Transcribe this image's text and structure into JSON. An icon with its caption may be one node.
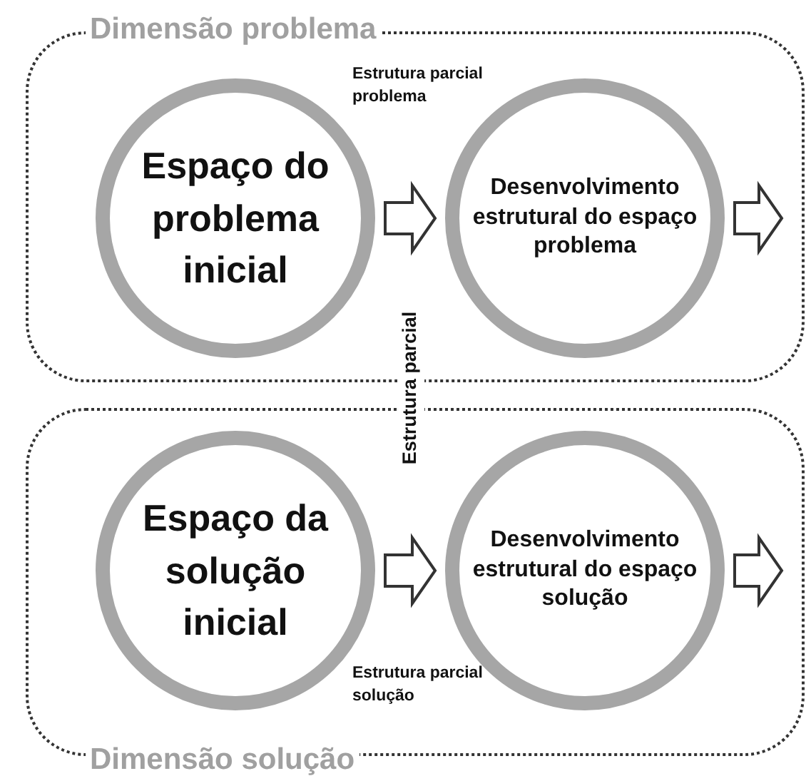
{
  "diagram": {
    "nodes": [
      {
        "text": [
          "Dimensão problema"
        ]
      },
      {
        "text": [
          "Espaço do problema inicial"
        ],
        "in": 0
      },
      {
        "text": [
          "Desenvolvimento estrutural do espaço problema"
        ],
        "in": 0
      },
      {
        "text": [
          "Dimensão solução"
        ]
      },
      {
        "text": [
          "Espaço da solução inicial"
        ],
        "in": 3
      },
      {
        "text": [
          "Desenvolvimento estrutural do espaço solução"
        ],
        "in": 3
      }
    ],
    "edges": [
      {
        "from": 1,
        "to": 2,
        "arrow": "to"
      },
      {
        "from": 2,
        "to": null,
        "arrow": "to"
      },
      {
        "from": 4,
        "to": 5,
        "arrow": "to"
      },
      {
        "from": 5,
        "to": null,
        "arrow": "to"
      }
    ],
    "labels": [
      "Estrutura parcial problema",
      "Estrutura parcial",
      "Estrutura parcial solução"
    ]
  }
}
